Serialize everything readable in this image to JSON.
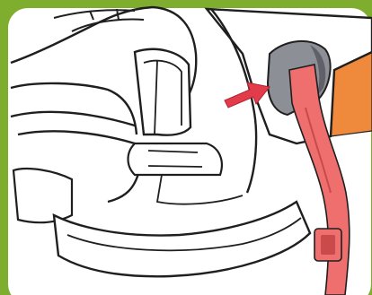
{
  "figure": {
    "description_parts": [
      "green-frame",
      "car-seat-shell",
      "seat-pad",
      "belt-slot",
      "red-strap",
      "strap-clip",
      "orange-tag",
      "pointer-arrow"
    ]
  },
  "colors": {
    "frame_green": "#7fae2e",
    "frame_green_dark": "#5f8f1f",
    "panel_white": "#ffffff",
    "outline": "#1f1f1f",
    "shade_gray": "#8d8f96",
    "shade_gray_dark": "#5f6068",
    "strap_red": "#ef6e6e",
    "strap_red_dark": "#c94a4a",
    "tag_orange": "#ef8a3c",
    "arrow_red": "#e23b4a"
  }
}
